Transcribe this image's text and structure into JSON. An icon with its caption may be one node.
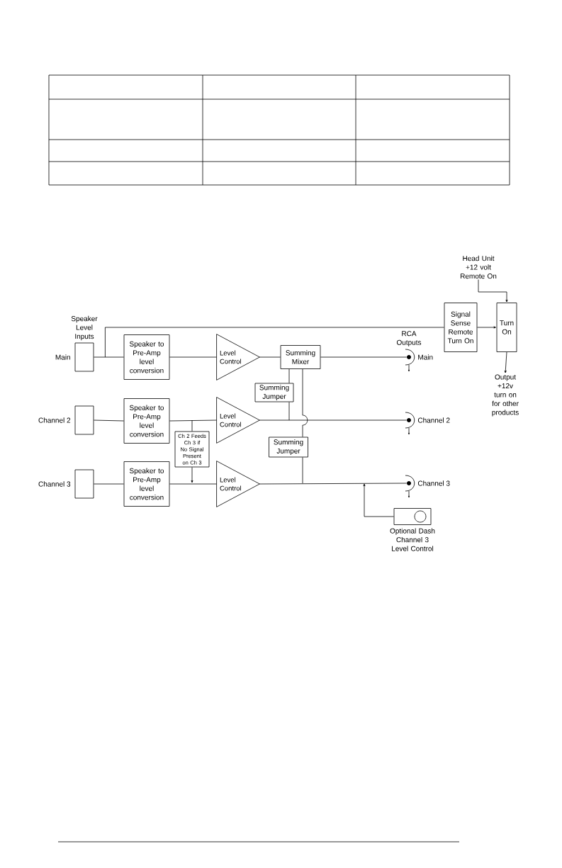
{
  "diagram": {
    "nodes": [
      {
        "text": [],
        "shape": "box",
        "beside": [
          "Main"
        ]
      },
      {
        "text": [],
        "shape": "box",
        "beside": [
          "Channel 2"
        ]
      },
      {
        "text": [],
        "shape": "box",
        "beside": [
          "Channel 3"
        ]
      },
      {
        "text": [
          "Speaker to Pre-Amp level conversion"
        ]
      },
      {
        "text": [
          "Speaker to Pre-Amp level conversion"
        ]
      },
      {
        "text": [
          "Speaker to Pre-Amp level conversion"
        ]
      },
      {
        "text": [
          "Level Control"
        ]
      },
      {
        "text": [
          "Level Control"
        ]
      },
      {
        "text": [
          "Level Control"
        ]
      },
      {
        "text": [
          "Summing Mixer"
        ]
      },
      {
        "text": [
          "Summing Jumper"
        ]
      },
      {
        "text": [
          "Summing Jumper"
        ]
      },
      {
        "text": [
          "Ch 2 Feeds Ch 3 if No Signal Present on Ch 3"
        ]
      },
      {
        "text": [],
        "shape": "circle",
        "beside": [
          "Main"
        ]
      },
      {
        "text": [],
        "shape": "circle",
        "beside": [
          "Channel 2"
        ]
      },
      {
        "text": [],
        "shape": "circle",
        "beside": [
          "Channel 3"
        ]
      },
      {
        "text": [
          "Signal Sense Remote Turn On"
        ]
      },
      {
        "text": [
          "Turn On"
        ]
      },
      {
        "text": [
          "Head Unit +12 volt Remote On"
        ]
      },
      {
        "text": [
          "Output +12v turn on for other products"
        ]
      },
      {
        "text": [],
        "shape": "box",
        "beside": [
          "Optional Dash Channel 3 Level Control"
        ]
      }
    ],
    "edges": [
      {
        "from": 0,
        "to": 3,
        "arrow": "none"
      },
      {
        "from": 0,
        "to": 16,
        "arrow": "none"
      },
      {
        "from": 1,
        "to": 4,
        "arrow": "none"
      },
      {
        "from": 2,
        "to": 5,
        "arrow": "none"
      },
      {
        "from": 3,
        "to": 6,
        "arrow": "none"
      },
      {
        "from": 4,
        "to": 7,
        "arrow": "none"
      },
      {
        "from": 5,
        "to": 8,
        "arrow": "none"
      },
      {
        "from": 6,
        "to": 9,
        "arrow": "none"
      },
      {
        "from": 9,
        "to": 13,
        "arrow": "none"
      },
      {
        "from": 7,
        "to": 14,
        "arrow": "none"
      },
      {
        "from": 8,
        "to": 15,
        "arrow": "none"
      },
      {
        "from": 9,
        "to": 10,
        "arrow": "none"
      },
      {
        "from": 10,
        "to": null,
        "arrow": "none"
      },
      {
        "from": 9,
        "to": 11,
        "arrow": "none"
      },
      {
        "from": 11,
        "to": null,
        "arrow": "none"
      },
      {
        "from": null,
        "to": 12,
        "arrow": "none"
      },
      {
        "from": 12,
        "to": null,
        "arrow": "to"
      },
      {
        "from": 16,
        "to": 17,
        "arrow": "to"
      },
      {
        "from": 18,
        "to": 17,
        "arrow": "to"
      },
      {
        "from": 17,
        "to": 19,
        "arrow": "to"
      },
      {
        "from": 20,
        "to": null,
        "arrow": "to"
      }
    ],
    "labels": [
      "Speaker Level Inputs",
      "RCA Outputs"
    ]
  }
}
